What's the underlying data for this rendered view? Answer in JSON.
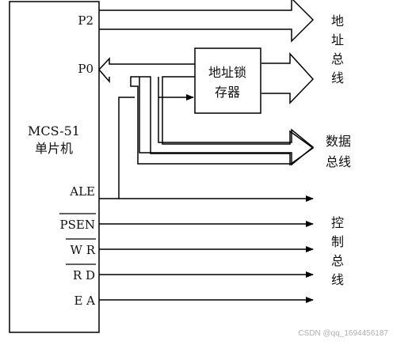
{
  "chip": {
    "name": "MCS-51",
    "subtitle": "单片机",
    "ports": {
      "p2": "P2",
      "p0": "P0"
    },
    "pins": {
      "ale": "ALE",
      "psen": "PSEN",
      "wr": "W R",
      "rd": "R D",
      "ea": "E A"
    }
  },
  "latch": {
    "line1": "地址锁",
    "line2": "存器"
  },
  "buses": {
    "address": [
      "地",
      "址",
      "总",
      "线"
    ],
    "data": [
      "数据",
      "总线"
    ],
    "control": [
      "控",
      "制",
      "总",
      "线"
    ]
  },
  "watermark": "CSDN @qq_1694456187"
}
